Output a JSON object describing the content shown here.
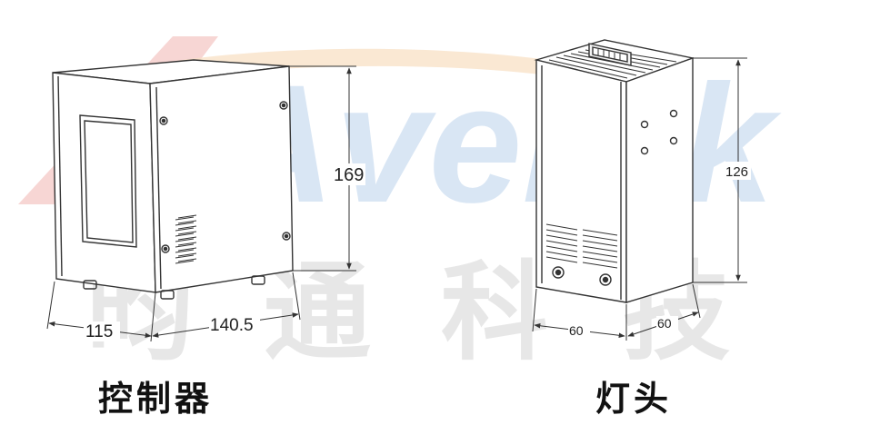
{
  "watermark": {
    "logo_text": "Aventk",
    "chinese_text": "昀通科技",
    "chinese_chars": [
      "昀",
      "通",
      "科",
      "技"
    ],
    "colors": {
      "red": "#f6d1cf",
      "blue": "#d3e2f3",
      "orange": "#f8e0c4",
      "gray": "#e7e7e7"
    }
  },
  "controller": {
    "caption": "控制器",
    "dim_height": "169",
    "dim_depth": "115",
    "dim_width": "140.5"
  },
  "lamp_head": {
    "caption": "灯头",
    "dim_height": "126",
    "dim_width": "60",
    "dim_depth": "60"
  },
  "colors": {
    "line": "#333333",
    "text": "#111111",
    "panel": "#f4f4f4"
  }
}
